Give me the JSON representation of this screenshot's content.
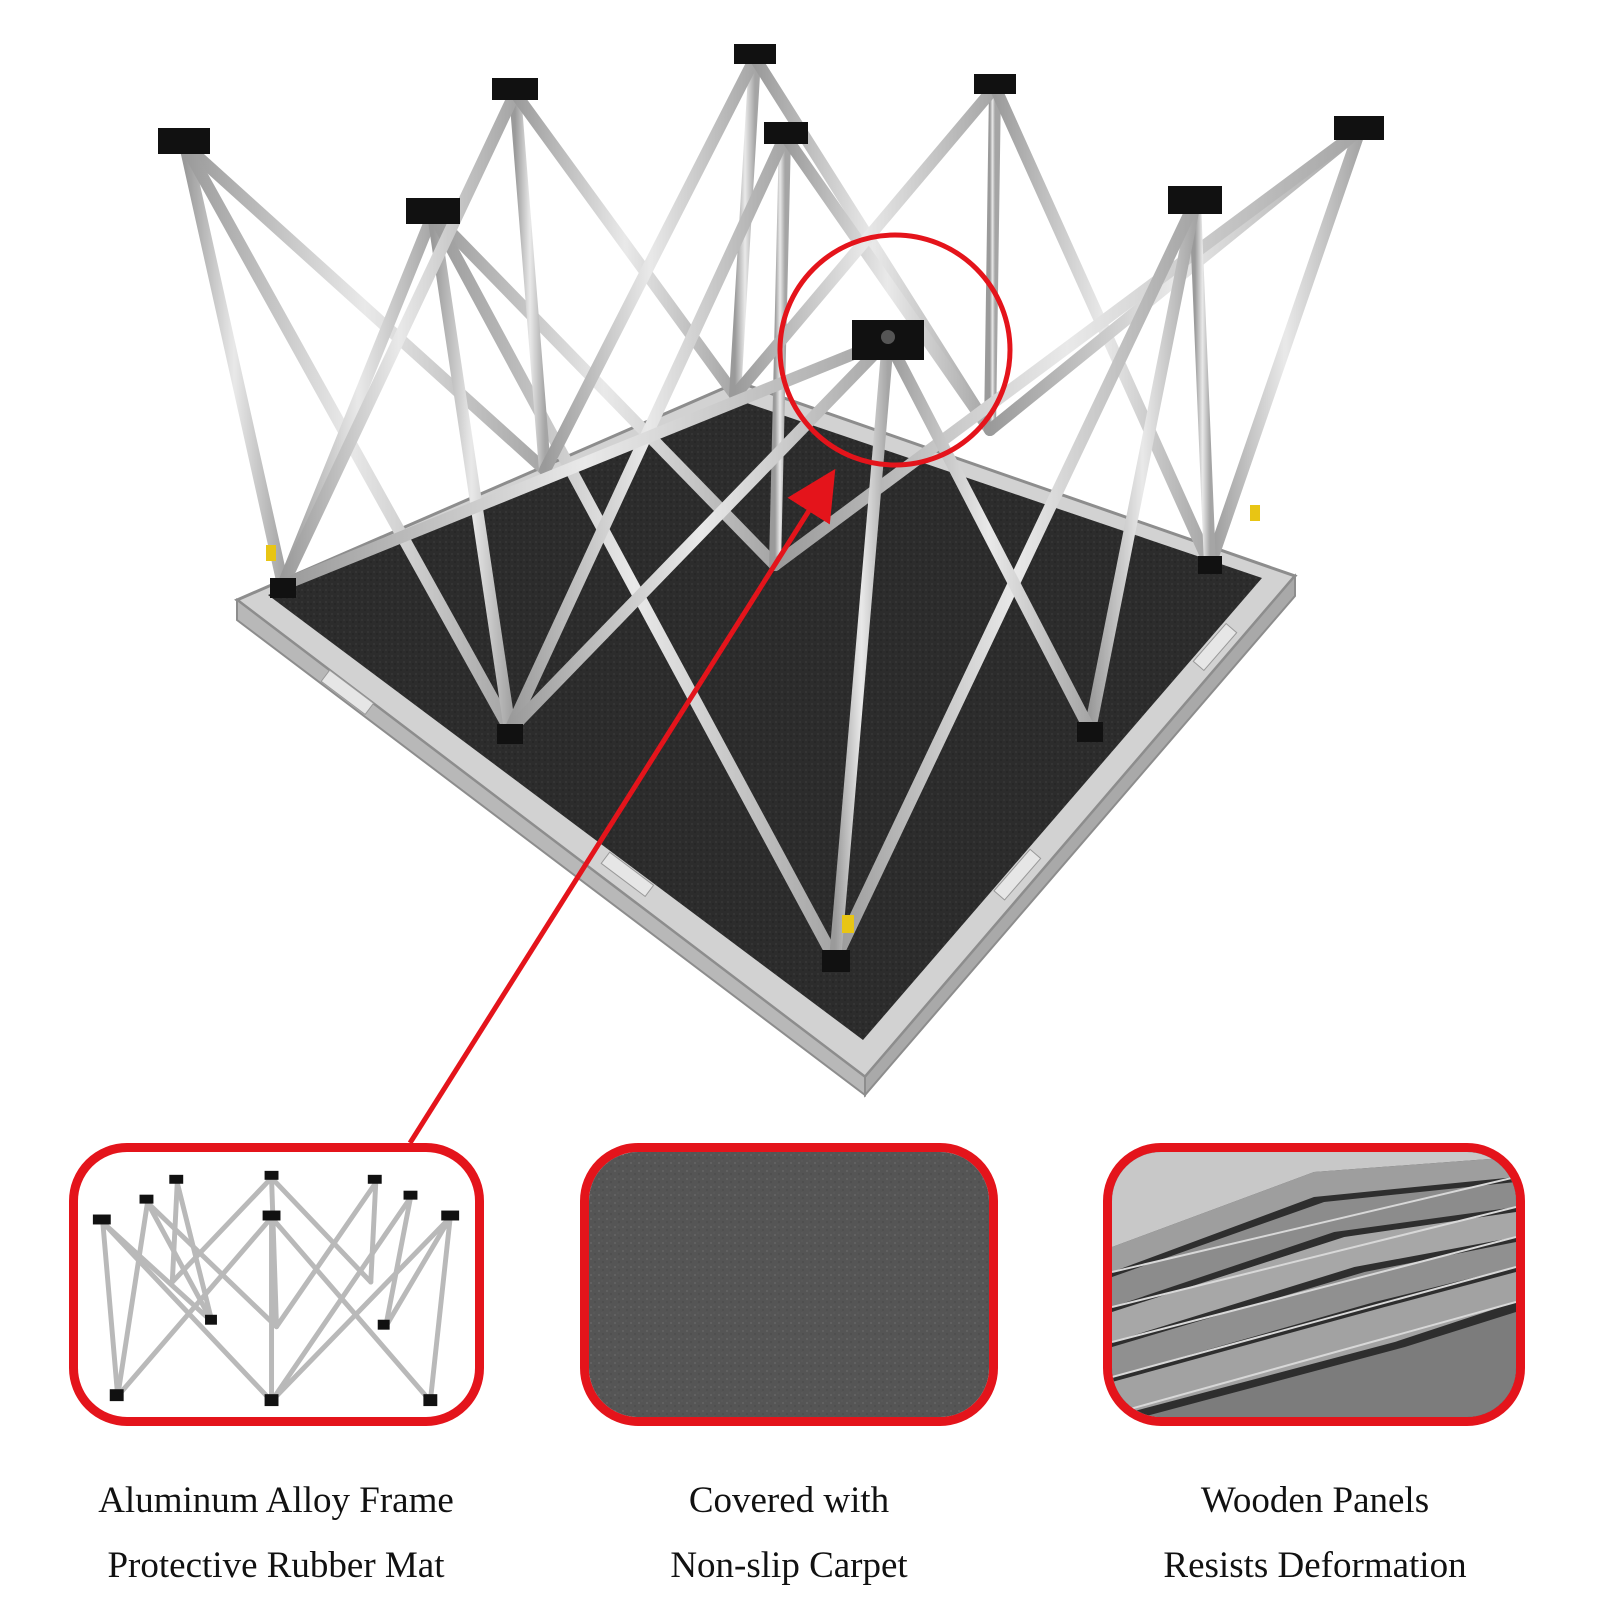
{
  "features": [
    {
      "line1": "Aluminum Alloy Frame",
      "line2": "Protective Rubber Mat"
    },
    {
      "line1": "Covered with",
      "line2": "Non-slip Carpet"
    },
    {
      "line1": "Wooden Panels",
      "line2": "Resists Deformation"
    }
  ],
  "colors": {
    "accent": "#e4141b",
    "carpet": "#2b2b2b",
    "frame": "#c9c9c9"
  },
  "icons": [
    "stage-platform-image",
    "leg-joint-highlight-circle",
    "callout-arrow",
    "folding-frame-image",
    "carpet-texture-image",
    "stacked-panels-image"
  ]
}
